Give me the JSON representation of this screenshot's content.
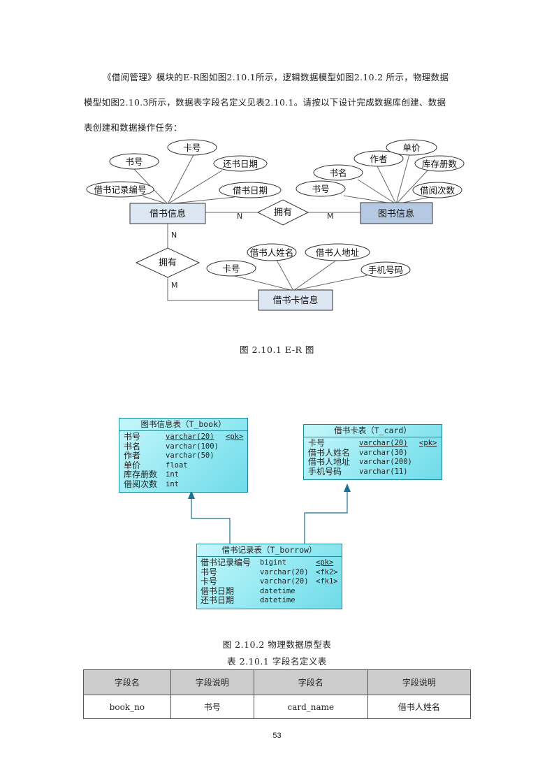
{
  "intro": {
    "line1": "《借阅管理》模块的E-R图如图2.10.1所示，逻辑数据模型如图2.10.2 所示，物理数据",
    "line2": "模型如图2.10.3所示，数据表字段名定义见表2.10.1。请按以下设计完成数据库创建、数据",
    "line3": "表创建和数据操作任务："
  },
  "er": {
    "entities": {
      "borrow_info": "借书信息",
      "book_info": "图书信息",
      "card_info": "借书卡信息"
    },
    "relations": {
      "top": "拥有",
      "left": "拥有"
    },
    "cardinality": {
      "top_n": "N",
      "top_m": "M",
      "left_n": "N",
      "left_m": "M"
    },
    "borrow_attrs": {
      "book_no": "书号",
      "card_no": "卡号",
      "return_date": "还书日期",
      "record_no": "借书记录编号",
      "borrow_date": "借书日期"
    },
    "book_attrs": {
      "author": "作者",
      "price": "单价",
      "title": "书名",
      "stock": "库存册数",
      "book_no": "书号",
      "borrow_count": "借阅次数"
    },
    "card_attrs": {
      "name": "借书人姓名",
      "address": "借书人地址",
      "card_no": "卡号",
      "phone": "手机号码"
    }
  },
  "caption_er": "图 2.10.1 E-R 图",
  "tables": {
    "book": {
      "title": "图书信息表（T_book）",
      "rows": [
        {
          "name": "书号",
          "type": "varchar(20)",
          "key": "<pk>"
        },
        {
          "name": "书名",
          "type": "varchar(100)",
          "key": ""
        },
        {
          "name": "作者",
          "type": "varchar(50)",
          "key": ""
        },
        {
          "name": "单价",
          "type": "float",
          "key": ""
        },
        {
          "name": "库存册数",
          "type": "int",
          "key": ""
        },
        {
          "name": "借阅次数",
          "type": "int",
          "key": ""
        }
      ]
    },
    "card": {
      "title": "借书卡表（T_card）",
      "rows": [
        {
          "name": "卡号",
          "type": "varchar(20)",
          "key": "<pk>"
        },
        {
          "name": "借书人姓名",
          "type": "varchar(30)",
          "key": ""
        },
        {
          "name": "借书人地址",
          "type": "varchar(200)",
          "key": ""
        },
        {
          "name": "手机号码",
          "type": "varchar(11)",
          "key": ""
        }
      ]
    },
    "borrow": {
      "title": "借书记录表（T_borrow）",
      "rows": [
        {
          "name": "借书记录编号",
          "type": "bigint",
          "key": "<pk>"
        },
        {
          "name": "书号",
          "type": "varchar(20)",
          "key": "<fk2>"
        },
        {
          "name": "卡号",
          "type": "varchar(20)",
          "key": "<fk1>"
        },
        {
          "name": "借书日期",
          "type": "datetime",
          "key": ""
        },
        {
          "name": "还书日期",
          "type": "datetime",
          "key": ""
        }
      ]
    }
  },
  "caption_pdm": "图 2.10.2 物理数据原型表",
  "caption_table": "表 2.10.1 字段名定义表",
  "def_table": {
    "headers": [
      "字段名",
      "字段说明",
      "字段名",
      "字段说明"
    ],
    "rows": [
      [
        "book_no",
        "书号",
        "card_name",
        "借书人姓名"
      ]
    ]
  },
  "page_number": "53"
}
